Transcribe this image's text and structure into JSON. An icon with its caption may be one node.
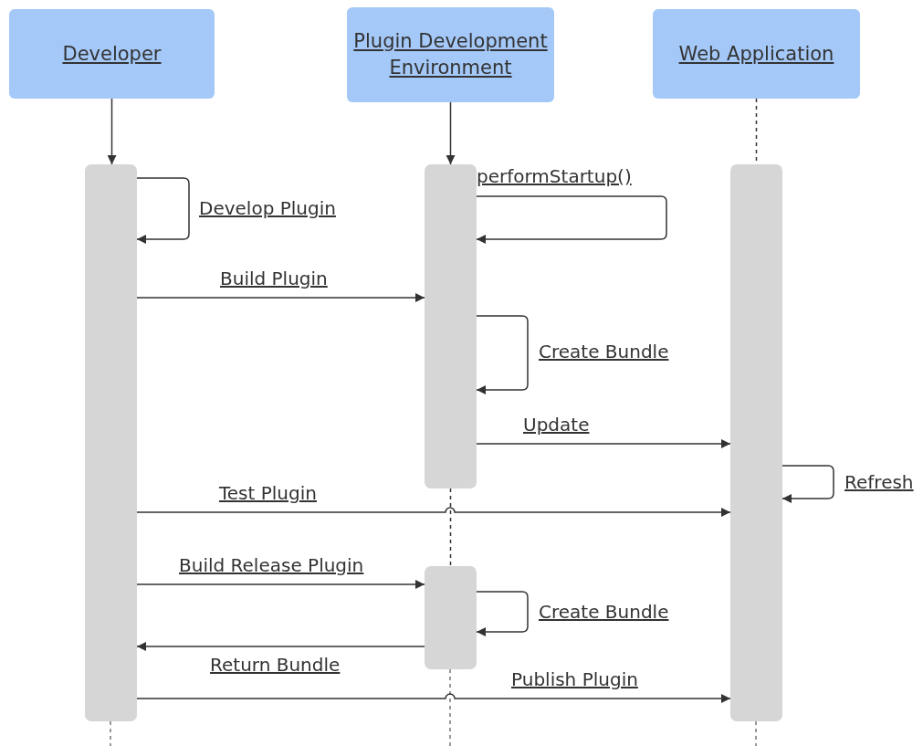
{
  "diagram": {
    "nodes": [
      {
        "text": [
          "Developer"
        ]
      },
      {
        "text": [
          "Plugin Development Environment"
        ]
      },
      {
        "text": [
          "Web Application"
        ]
      },
      {
        "text": [],
        "shape": "bar"
      },
      {
        "text": [],
        "shape": "bar"
      },
      {
        "text": [],
        "shape": "bar"
      },
      {
        "text": [],
        "shape": "bar"
      }
    ],
    "edges": [
      {
        "from": 0,
        "to": 3,
        "arrow": "to"
      },
      {
        "from": 1,
        "to": 4,
        "arrow": "to"
      },
      {
        "from": 2,
        "to": 5,
        "arrow": "none",
        "style": "dashed"
      },
      {
        "from": 3,
        "to": 3,
        "arrow": "to",
        "label": "Develop Plugin"
      },
      {
        "from": 4,
        "to": 4,
        "arrow": "to",
        "label": "performStartup()"
      },
      {
        "from": 3,
        "to": 4,
        "arrow": "to",
        "label": "Build Plugin"
      },
      {
        "from": 4,
        "to": 4,
        "arrow": "to",
        "label": "Create Bundle"
      },
      {
        "from": 4,
        "to": 5,
        "arrow": "to",
        "label": "Update"
      },
      {
        "from": 5,
        "to": 5,
        "arrow": "to",
        "label": "Refresh"
      },
      {
        "from": 3,
        "to": 5,
        "arrow": "to",
        "label": "Test Plugin"
      },
      {
        "from": 3,
        "to": 6,
        "arrow": "to",
        "label": "Build Release Plugin"
      },
      {
        "from": 6,
        "to": 6,
        "arrow": "to",
        "label": "Create Bundle"
      },
      {
        "from": 6,
        "to": 3,
        "arrow": "to",
        "label": "Return Bundle"
      },
      {
        "from": 3,
        "to": 5,
        "arrow": "to",
        "label": "Publish Plugin"
      },
      {
        "from": 4,
        "to": 6,
        "arrow": "none",
        "style": "dashed"
      }
    ]
  }
}
